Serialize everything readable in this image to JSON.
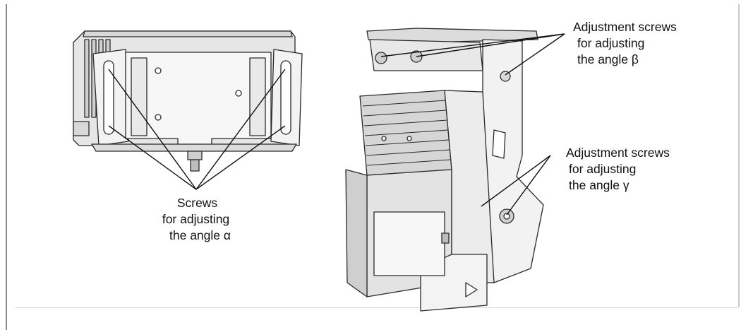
{
  "labels": {
    "alpha": {
      "line1": "Screws",
      "line2": "for adjusting",
      "line3": "the angle α"
    },
    "beta": {
      "line1": "Adjustment screws",
      "line2": "for adjusting",
      "line3": "the angle β"
    },
    "gamma": {
      "line1": "Adjustment screws",
      "line2": "for adjusting",
      "line3": "the angle γ"
    }
  },
  "colors": {
    "stroke": "#2a2a2a",
    "fill_light": "#efefef",
    "fill_mid": "#d9d9d9",
    "fill_dark": "#bdbdbd",
    "frame": "#8a8a8a"
  }
}
